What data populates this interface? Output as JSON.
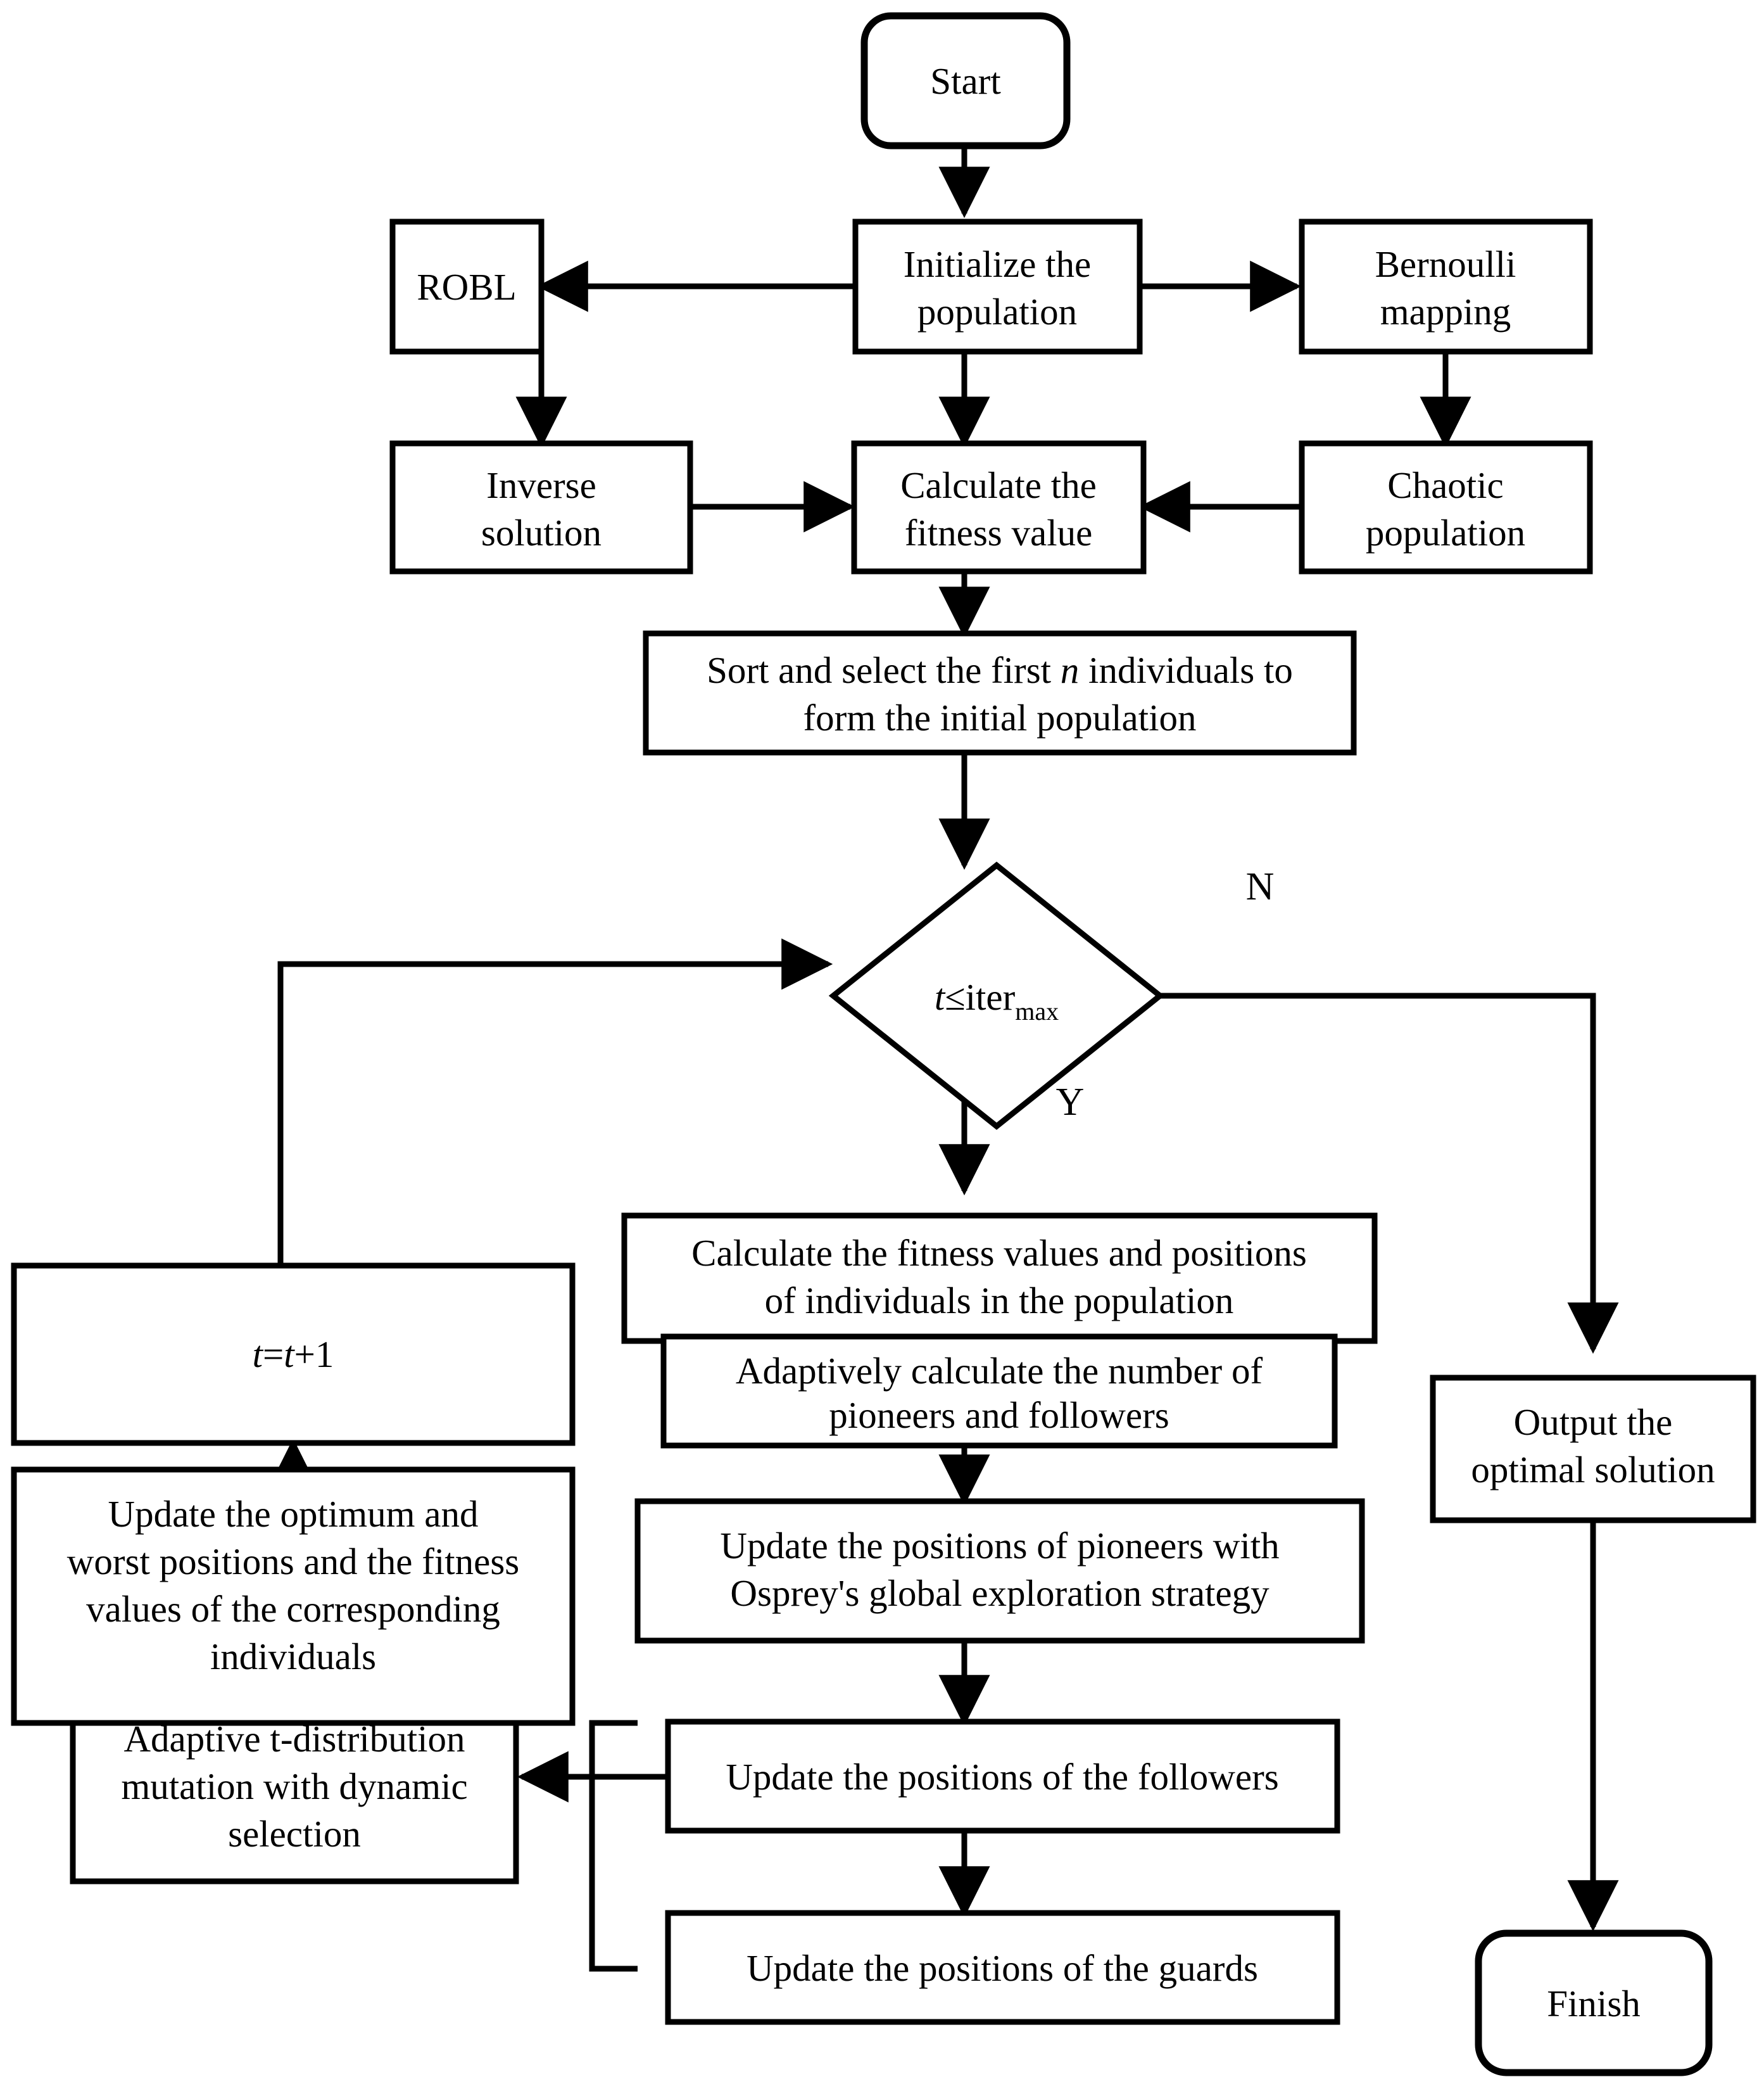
{
  "diagram": {
    "title": "Improved optimization algorithm flowchart",
    "stroke_color": "#000000",
    "fill_color": "#ffffff",
    "nodes": {
      "start": {
        "label": "Start",
        "shape": "rounded"
      },
      "robl": {
        "label": "ROBL",
        "shape": "rect"
      },
      "initialize": {
        "line1": "Initialize the",
        "line2": "population",
        "shape": "rect"
      },
      "bernoulli": {
        "line1": "Bernoulli",
        "line2": "mapping",
        "shape": "rect"
      },
      "inverse": {
        "line1": "Inverse",
        "line2": "solution",
        "shape": "rect"
      },
      "fitness": {
        "line1": "Calculate the",
        "line2": "fitness value",
        "shape": "rect"
      },
      "chaotic": {
        "line1": "Chaotic",
        "line2": "population",
        "shape": "rect"
      },
      "sort": {
        "line1_pre": "Sort and select the first ",
        "line1_italic": "n",
        "line1_post": " individuals to",
        "line2": "form the initial population",
        "shape": "rect"
      },
      "decision": {
        "var": "t",
        "operator": "≤",
        "base": "iter",
        "subscript": "max",
        "shape": "diamond"
      },
      "increment": {
        "lhs": "t",
        "mid": "=",
        "rhs": "t",
        "plus": "+1",
        "shape": "rect"
      },
      "calc_pos": {
        "line1": "Calculate the fitness values and positions",
        "line2": "of individuals in the population",
        "shape": "rect"
      },
      "adaptive_num": {
        "line1": "Adaptively calculate the number of",
        "line2": "pioneers and followers",
        "shape": "rect"
      },
      "update_pioneers": {
        "line1": "Update the positions of pioneers with",
        "line2": "Osprey's global exploration strategy",
        "shape": "rect"
      },
      "update_followers": {
        "label": "Update the positions of the followers",
        "shape": "rect"
      },
      "update_guards": {
        "label": "Update the positions of the guards",
        "shape": "rect"
      },
      "t_dist": {
        "line1": "Adaptive t-distribution",
        "line2": "mutation with dynamic",
        "line3": "selection",
        "shape": "rect"
      },
      "update_best": {
        "line1": "Update the optimum and",
        "line2": "worst positions and the fitness",
        "line3": "values of the corresponding",
        "line4": "individuals",
        "shape": "rect"
      },
      "output": {
        "line1": "Output the",
        "line2": "optimal solution",
        "shape": "rect"
      },
      "finish": {
        "label": "Finish",
        "shape": "rounded"
      }
    },
    "edge_labels": {
      "no": "N",
      "yes": "Y"
    }
  }
}
